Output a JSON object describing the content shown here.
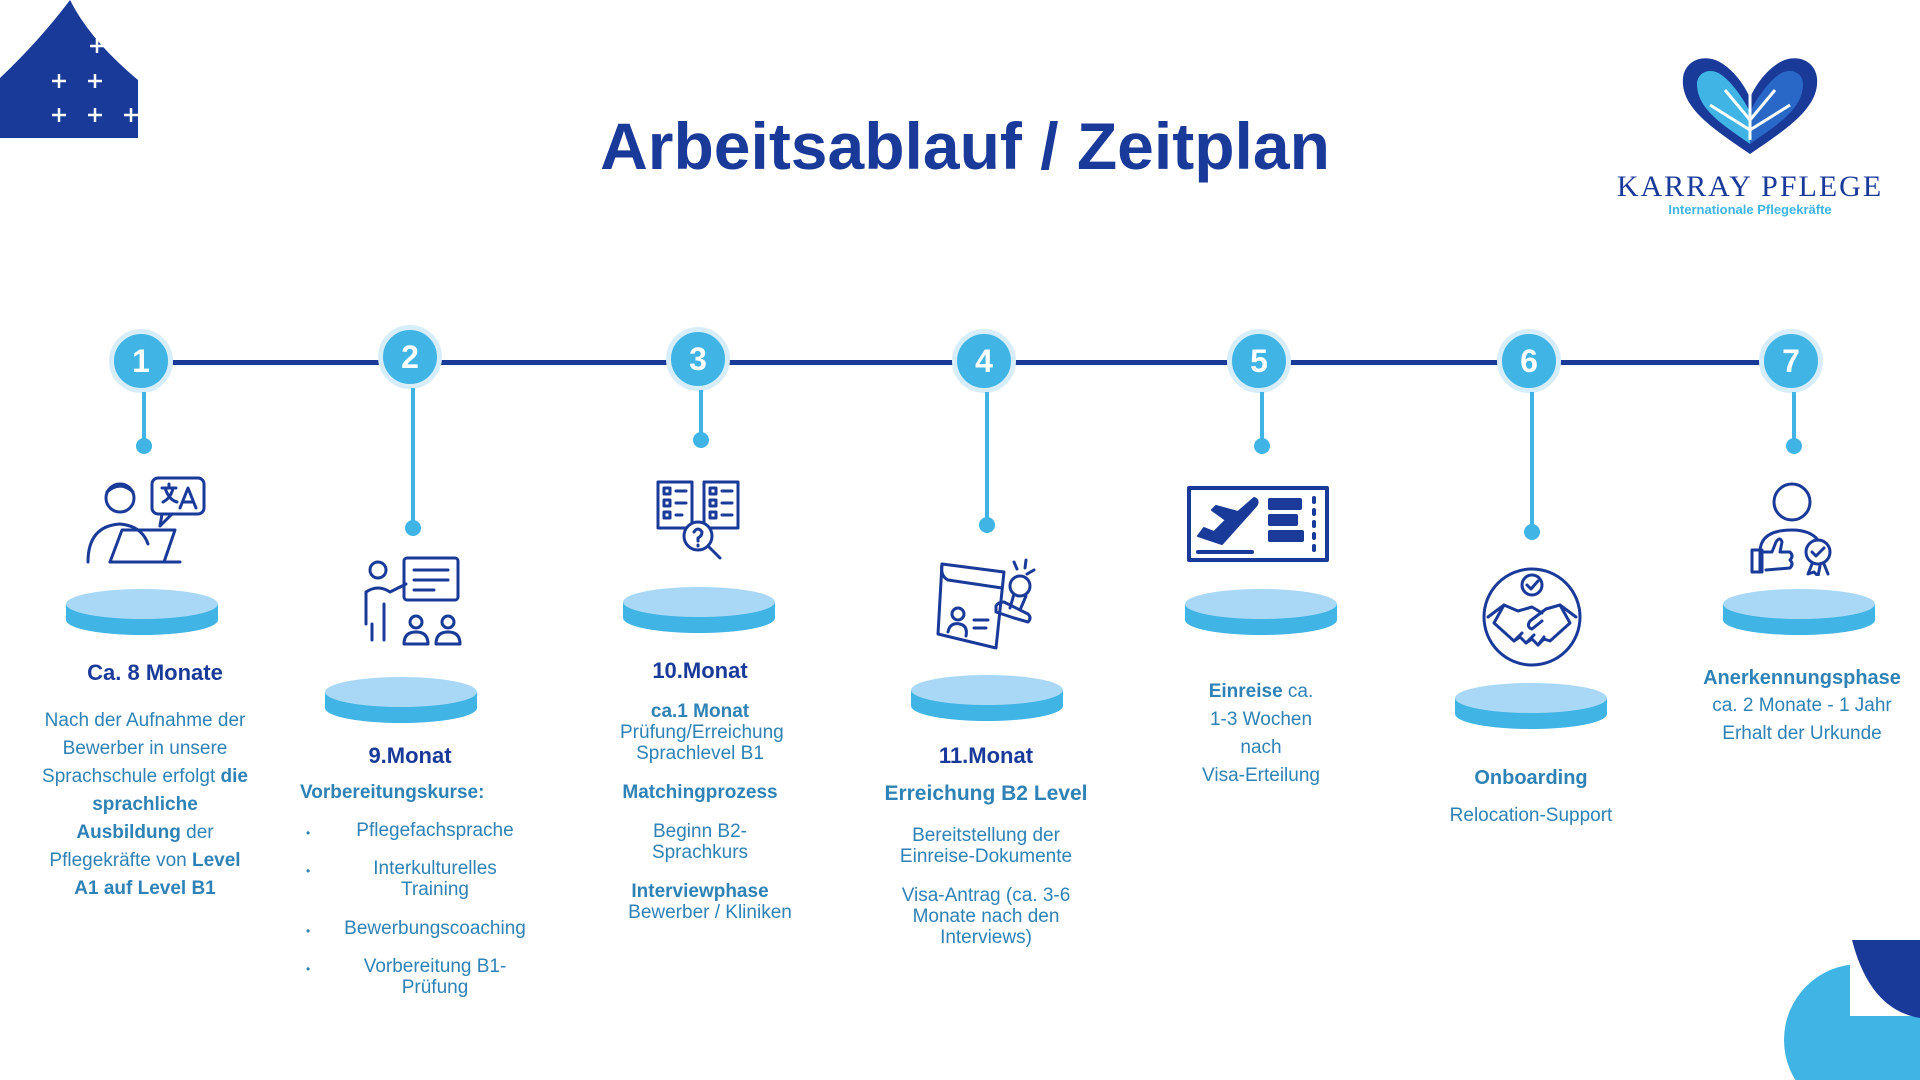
{
  "title": "Arbeitsablauf / Zeitplan",
  "logo": {
    "name": "KARRAY PFLEGE",
    "subtitle": "Internationale Pflegekräfte"
  },
  "colors": {
    "navy": "#1a3a99",
    "sky": "#3fb4e5",
    "text": "#2f82b5",
    "disk_top": "#a9d8f6"
  },
  "steps": [
    {
      "number": "1",
      "icon": "language-learner-icon",
      "heading": "Ca. 8 Monate",
      "body": {
        "p1": "Nach der Aufnahme der Bewerber in unsere Sprachschule erfolgt",
        "p1_bold": "die sprachliche Ausbildung",
        "p2": "der Pflegekräfte von",
        "p2_bold": "Level A1 auf Level B1"
      }
    },
    {
      "number": "2",
      "icon": "presentation-training-icon",
      "heading": "9.Monat",
      "subheading": "Vorbereitungskurse:",
      "bullets": [
        "Pflegefachsprache",
        "Interkulturelles Training",
        "Bewerbungscoaching",
        "Vorbereitung B1-Prüfung"
      ]
    },
    {
      "number": "3",
      "icon": "checklist-search-icon",
      "heading": "10.Monat",
      "line1_bold": "ca.1 Monat",
      "line1": "Prüfung/Erreichung Sprachlevel B1",
      "line2_bold": "Matchingprozess",
      "line3": "Beginn B2-Sprachkurs",
      "line4_bold": "Interviewphase",
      "line5": "Bewerber / Kliniken"
    },
    {
      "number": "4",
      "icon": "document-stamp-icon",
      "heading": "11.Monat",
      "subheading": "Erreichung B2 Level",
      "line1": "Bereitstellung der Einreise-Dokumente",
      "line2": "Visa-Antrag (ca. 3-6 Monate nach den Interviews)"
    },
    {
      "number": "5",
      "icon": "flight-ticket-icon",
      "heading_bold": "Einreise",
      "heading_rest": "ca.",
      "line1": "1-3 Wochen",
      "line2": "nach",
      "line3": "Visa-Erteilung"
    },
    {
      "number": "6",
      "icon": "handshake-icon",
      "heading": "Onboarding",
      "line1": "Relocation-Support"
    },
    {
      "number": "7",
      "icon": "certified-person-icon",
      "heading": "Anerkennungsphase",
      "line1": "ca. 2 Monate - 1 Jahr",
      "line2": "Erhalt der Urkunde"
    }
  ]
}
